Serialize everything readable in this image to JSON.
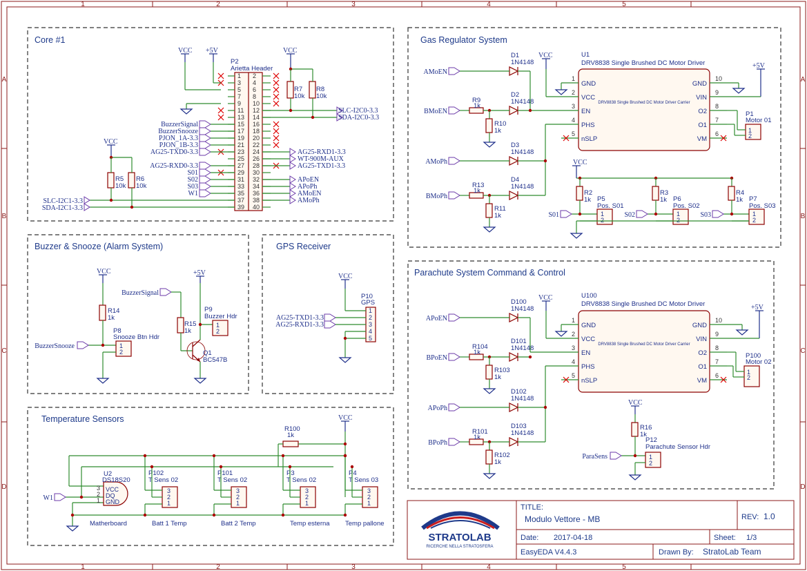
{
  "grid": {
    "cols": [
      "1",
      "2",
      "3",
      "4",
      "5"
    ],
    "rows": [
      "A",
      "B",
      "C",
      "D"
    ]
  },
  "titles": {
    "core": "Core #1",
    "gas": "Gas Regulator System",
    "buzzer": "Buzzer & Snooze (Alarm System)",
    "gps": "GPS Receiver",
    "parachute": "Parachute System Command & Control",
    "temp": "Temperature Sensors"
  },
  "core": {
    "vcc": "VCC",
    "p5v": "+5V",
    "vcc2": "VCC",
    "vcc_left": "VCC",
    "p2_ref": "P2",
    "p2_name": "Arietta Header",
    "pins_left": [
      "1",
      "3",
      "5",
      "7",
      "9",
      "11",
      "13",
      "15",
      "17",
      "19",
      "21",
      "23",
      "25",
      "27",
      "29",
      "31",
      "33",
      "35",
      "37",
      "39"
    ],
    "pins_right": [
      "2",
      "4",
      "6",
      "8",
      "10",
      "12",
      "14",
      "16",
      "18",
      "20",
      "22",
      "24",
      "26",
      "28",
      "30",
      "32",
      "34",
      "36",
      "38",
      "40"
    ],
    "left_nets": [
      "BuzzerSignal",
      "BuzzerSnooze",
      "PJON_1A-3.3",
      "PJON_1B-3.3",
      "AG25-TXD0-3.3",
      "AG25-RXD0-3.3",
      "S01",
      "S02",
      "S03",
      "W1"
    ],
    "right_nets": [
      "SLC-I2C0-3.3",
      "SDA-I2C0-3.3",
      "AG25-RXD1-3.3",
      "WT-900M-AUX",
      "AG25-TXD1-3.3",
      "APoEN",
      "APoPh",
      "AMoEN",
      "AMoPh"
    ],
    "i2c1": [
      "SLC-I2C1-3.3",
      "SDA-I2C1-3.3"
    ],
    "r5": "R5",
    "r5v": "10k",
    "r6": "R6",
    "r6v": "10k",
    "r7": "R7",
    "r7v": "10k",
    "r8": "R8",
    "r8v": "10k"
  },
  "gas": {
    "nets": [
      "AMoEN",
      "BMoEN",
      "AMoPh",
      "BMoPh"
    ],
    "d1": "D1",
    "d2": "D2",
    "d3": "D3",
    "d4": "D4",
    "dval": "1N4148",
    "r9": "R9",
    "r10": "R10",
    "r11": "R11",
    "r13": "R13",
    "rval": "1k",
    "u1": "U1",
    "u1_name": "DRV8838 Single Brushed DC Motor Driver",
    "u1_inner": "DRV8838 Single Brushed DC Motor Driver Carrier",
    "u1_left": [
      "GND",
      "VCC",
      "EN",
      "PHS",
      "nSLP"
    ],
    "u1_left_n": [
      "1",
      "2",
      "3",
      "4",
      "5"
    ],
    "u1_right": [
      "GND",
      "VIN",
      "O2",
      "O1",
      "VM"
    ],
    "u1_right_n": [
      "10",
      "9",
      "8",
      "7",
      "6"
    ],
    "vcc": "VCC",
    "p5v": "+5V",
    "vcc2": "VCC",
    "p1": "P1",
    "p1_name": "Motor 01",
    "r2": "R2",
    "r3": "R3",
    "r4": "R4",
    "p5": "P5",
    "p5_name": "Pos. S01",
    "p6": "P6",
    "p6_name": "Pos. S02",
    "p7": "P7",
    "p7_name": "Pos. S03",
    "s_nets": [
      "S01",
      "S02",
      "S03"
    ]
  },
  "buzzer": {
    "vcc": "VCC",
    "p5v": "+5V",
    "r14": "R14",
    "r14v": "1k",
    "r15": "R15",
    "r15v": "1k",
    "p8": "P8",
    "p8_name": "Snooze Btn Hdr",
    "p9": "P9",
    "p9_name": "Buzzer Hdr",
    "q1": "Q1",
    "q1_name": "BC547B",
    "net_sig": "BuzzerSignal",
    "net_snooze": "BuzzerSnooze"
  },
  "gps": {
    "vcc": "VCC",
    "p10": "P10",
    "p10_name": "GPS",
    "nets": [
      "AG25-TXD1-3.3",
      "AG25-RXD1-3.3"
    ],
    "pins": [
      "1",
      "2",
      "3",
      "4",
      "5"
    ]
  },
  "parachute": {
    "nets": [
      "APoEN",
      "BPoEN",
      "APoPh",
      "BPoPh"
    ],
    "d100": "D100",
    "d101": "D101",
    "d102": "D102",
    "d103": "D103",
    "dval": "1N4148",
    "r104": "R104",
    "r103": "R103",
    "r101": "R101",
    "r102": "R102",
    "rval": "1k",
    "u100": "U100",
    "u100_name": "DRV8838 Single Brushed DC Motor Driver",
    "u100_inner": "DRV8838 Single Brushed DC Motor Driver Carrier",
    "vcc": "VCC",
    "p5v": "+5V",
    "vcc2": "VCC",
    "p100": "P100",
    "p100_name": "Motor 02",
    "r16": "R16",
    "r16v": "1k",
    "p12": "P12",
    "p12_name": "Parachute Sensor Hdr",
    "net_sens": "ParaSens"
  },
  "temp": {
    "vcc": "VCC",
    "r100": "R100",
    "r100v": "1k",
    "u2": "U2",
    "u2_name": "DS18S20",
    "u2_pins": [
      "VCC",
      "DQ",
      "GND"
    ],
    "p102": "P102",
    "p101": "P101",
    "p3": "P3",
    "p4": "P4",
    "t02": "T Sens 02",
    "t03": "T Sens 03",
    "captions": [
      "Matherboard",
      "Batt 1 Temp",
      "Batt 2 Temp",
      "Temp esterna",
      "Temp pallone"
    ],
    "net_w1": "W1"
  },
  "titleblock": {
    "title_label": "TITLE:",
    "title": "Modulo Vettore - MB",
    "rev_label": "REV:",
    "rev": "1.0",
    "date_label": "Date:",
    "date": "2017-04-18",
    "sheet_label": "Sheet:",
    "sheet": "1/3",
    "tool": "EasyEDA V4.4.3",
    "drawn_label": "Drawn By:",
    "drawn": "StratoLab Team",
    "logo_main": "STRATOLAB",
    "logo_sub": "RICERCHE NELLA STRATOSFERA"
  },
  "colors": {
    "wire": "#2e8b2e",
    "frame": "#8b1a1a",
    "text": "#1e2f8a",
    "logo_red": "#c81e1e",
    "logo_blue": "#1e3a8a"
  }
}
